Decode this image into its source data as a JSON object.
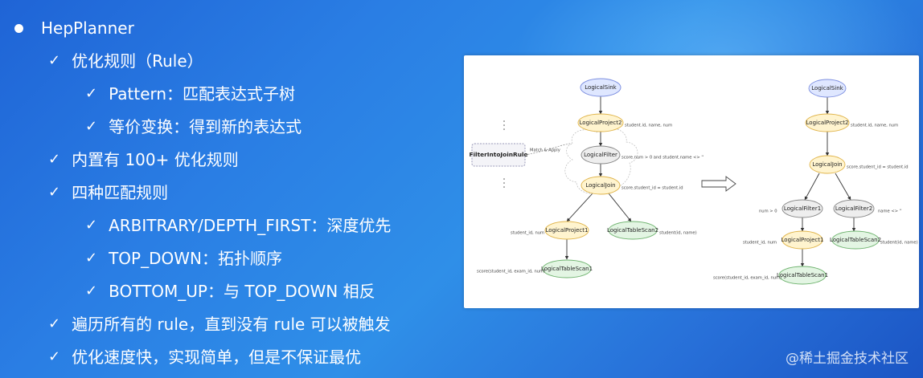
{
  "bullets": [
    {
      "level": 0,
      "marker": "dot",
      "text": "HepPlanner"
    },
    {
      "level": 1,
      "marker": "check",
      "text": "优化规则（Rule）"
    },
    {
      "level": 2,
      "marker": "check",
      "text": "Pattern：匹配表达式子树"
    },
    {
      "level": 2,
      "marker": "check",
      "text": "等价变换：得到新的表达式"
    },
    {
      "level": 1,
      "marker": "check",
      "text": "内置有 100+ 优化规则"
    },
    {
      "level": 1,
      "marker": "check",
      "text": "四种匹配规则"
    },
    {
      "level": 2,
      "marker": "check",
      "text": "ARBITRARY/DEPTH_FIRST：深度优先"
    },
    {
      "level": 2,
      "marker": "check",
      "text": "TOP_DOWN：拓扑顺序"
    },
    {
      "level": 2,
      "marker": "check",
      "text": "BOTTOM_UP：与 TOP_DOWN 相反"
    },
    {
      "level": 1,
      "marker": "check",
      "text": "遍历所有的 rule，直到没有 rule 可以被触发"
    },
    {
      "level": 1,
      "marker": "check",
      "text": "优化速度快，实现简单，但是不保证最优"
    }
  ],
  "check_glyph": "✓",
  "diagram": {
    "rule_box": "FilterIntoJoinRule",
    "match_label": "Match & Apply",
    "before": {
      "sink": "LogicalSink",
      "project2": "LogicalProject2",
      "filter": "LogicalFilter",
      "join": "LogicalJoin",
      "project1": "LogicalProject1",
      "scan2": "LogicalTableScan2",
      "scan1": "LogicalTableScan1",
      "ann_project2": "student.id, name, num",
      "ann_filter": "score.num > 0 and student.name <> ''",
      "ann_join": "score.student_id = student.id",
      "ann_project1": "student_id, num",
      "ann_scan2": "student(id, name)",
      "ann_scan1": "score(student_id, exam_id, num)"
    },
    "after": {
      "sink": "LogicalSink",
      "project2": "LogicalProject2",
      "join": "LogicalJoin",
      "filter1": "LogicalFilter1",
      "filter2": "LogicalFilter2",
      "project1": "LogicalProject1",
      "scan2": "LogicalTableScan2",
      "scan1": "LogicalTableScan1",
      "ann_project2": "student.id, name, num",
      "ann_join": "score.student_id = student.id",
      "ann_filter1": "num > 0",
      "ann_filter2": "name <> ''",
      "ann_project1": "student_id, num",
      "ann_scan2": "student(id, name)",
      "ann_scan1": "score(student_id, exam_id, num)"
    }
  },
  "colors": {
    "sink": "#dfe7ff",
    "sink_stroke": "#7d8fe0",
    "project": "#fff4cf",
    "project_stroke": "#e0b44a",
    "filter": "#eeeeee",
    "filter_stroke": "#888888",
    "scan": "#e3f5e3",
    "scan_stroke": "#6fb36f"
  },
  "watermark": "@稀土掘金技术社区"
}
